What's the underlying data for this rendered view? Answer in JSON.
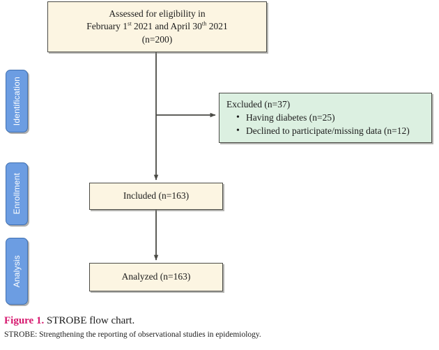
{
  "figure": {
    "type": "flowchart",
    "caption_prefix": "Figure 1.",
    "caption_title": " STROBE flow chart.",
    "caption_note": "STROBE: Strengthening the reporting of observational studies in epidemiology."
  },
  "colors": {
    "box_fill": "#fcf5e2",
    "box_fill_excluded": "#dcf0e1",
    "box_border": "#4a4a45",
    "stage_fill": "#6c9de2",
    "stage_text": "#ffffff",
    "caption_accent": "#d6186e",
    "connector": "#4a4a45"
  },
  "stages": [
    {
      "id": "identification",
      "label": "Identification"
    },
    {
      "id": "enrollment",
      "label": "Enrollment"
    },
    {
      "id": "analysis",
      "label": "Analysis"
    }
  ],
  "nodes": {
    "assessed": {
      "line1": "Assessed for eligibility in",
      "line2_a": "February 1",
      "line2_sup_a": "st",
      "line2_b": " 2021 and April 30",
      "line2_sup_b": "th",
      "line2_c": " 2021",
      "line3": "(n=200)",
      "count": 200
    },
    "excluded": {
      "title": "Excluded (n=37)",
      "count": 37,
      "reasons": [
        {
          "label": "Having diabetes (n=25)",
          "count": 25
        },
        {
          "label": "Declined to participate/missing data (n=12)",
          "count": 12
        }
      ]
    },
    "included": {
      "label": "Included (n=163)",
      "count": 163
    },
    "analyzed": {
      "label": "Analyzed (n=163)",
      "count": 163
    }
  },
  "connectors": [
    {
      "id": "assessed-to-included",
      "from": "assessed",
      "to": "included",
      "direction": "down"
    },
    {
      "id": "assessed-to-excluded",
      "from": "assessed",
      "to": "excluded",
      "direction": "right"
    },
    {
      "id": "included-to-analyzed",
      "from": "included",
      "to": "analyzed",
      "direction": "down"
    }
  ]
}
